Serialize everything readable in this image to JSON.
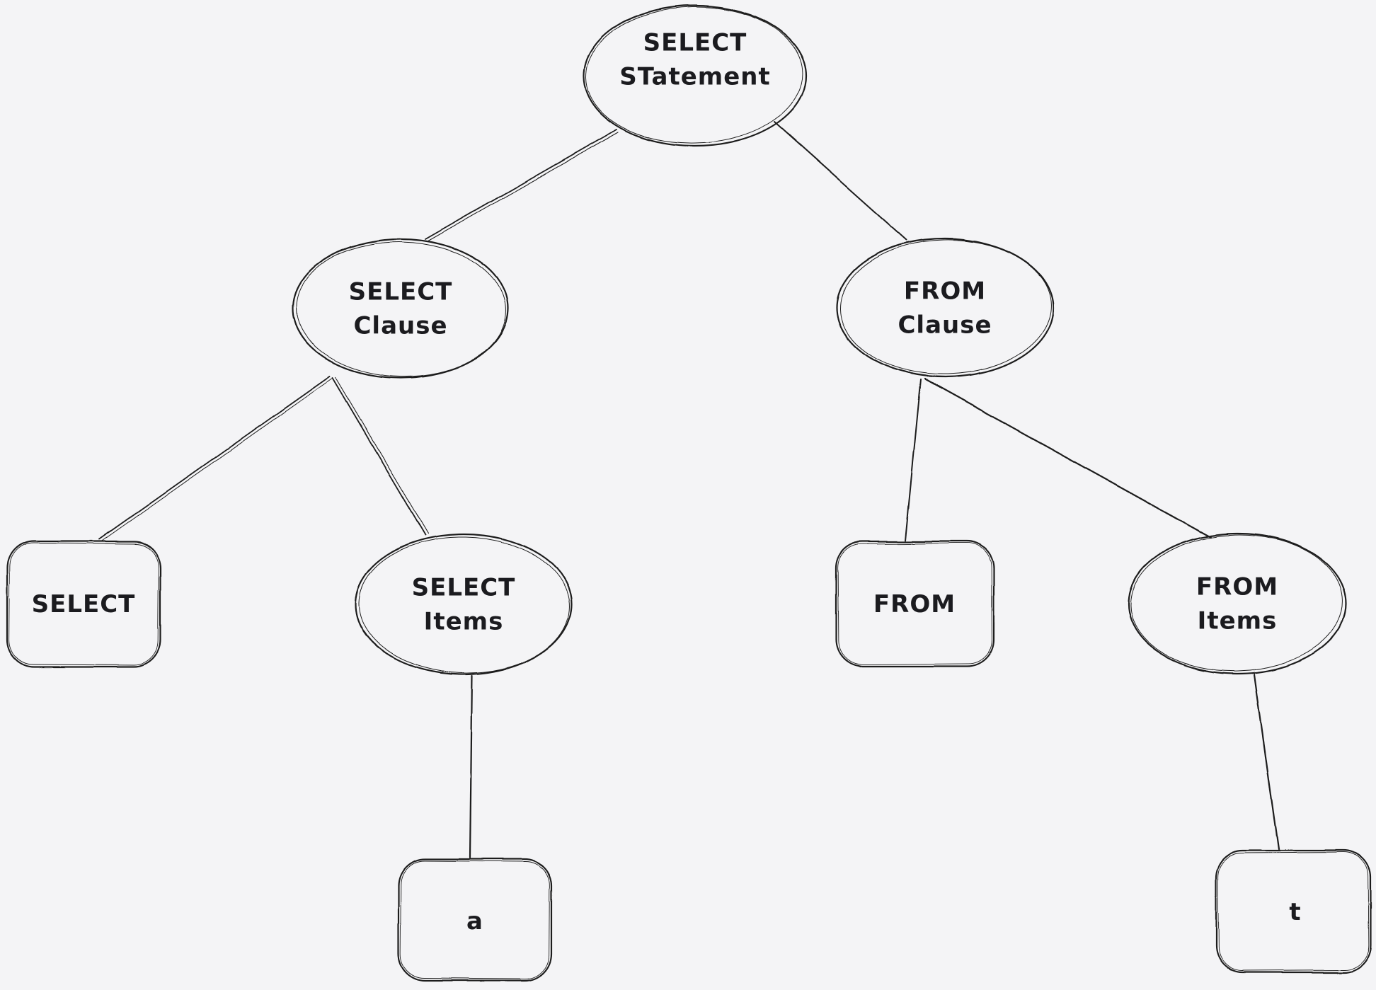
{
  "diagram": {
    "title": "SQL SELECT statement parse tree",
    "colors": {
      "background": "#f4f4f6",
      "stroke": "#1e1e1e",
      "text": "#1b1b1f"
    },
    "nodes": [
      {
        "id": "select-statement",
        "shape": "ellipse",
        "label": "SELECT\nSTatement"
      },
      {
        "id": "select-clause",
        "shape": "ellipse",
        "label": "SELECT\nClause"
      },
      {
        "id": "from-clause",
        "shape": "ellipse",
        "label": "FROM\nClause"
      },
      {
        "id": "select-keyword",
        "shape": "rectangle",
        "label": "SELECT"
      },
      {
        "id": "select-items",
        "shape": "ellipse",
        "label": "SELECT\nItems"
      },
      {
        "id": "from-keyword",
        "shape": "rectangle",
        "label": "FROM"
      },
      {
        "id": "from-items",
        "shape": "ellipse",
        "label": "FROM\nItems"
      },
      {
        "id": "item-a",
        "shape": "rectangle",
        "label": "a"
      },
      {
        "id": "item-t",
        "shape": "rectangle",
        "label": "t"
      }
    ],
    "edges": [
      {
        "from": "select-statement",
        "to": "select-clause"
      },
      {
        "from": "select-statement",
        "to": "from-clause"
      },
      {
        "from": "select-clause",
        "to": "select-keyword"
      },
      {
        "from": "select-clause",
        "to": "select-items"
      },
      {
        "from": "from-clause",
        "to": "from-keyword"
      },
      {
        "from": "from-clause",
        "to": "from-items"
      },
      {
        "from": "select-items",
        "to": "item-a"
      },
      {
        "from": "from-items",
        "to": "item-t"
      }
    ]
  }
}
